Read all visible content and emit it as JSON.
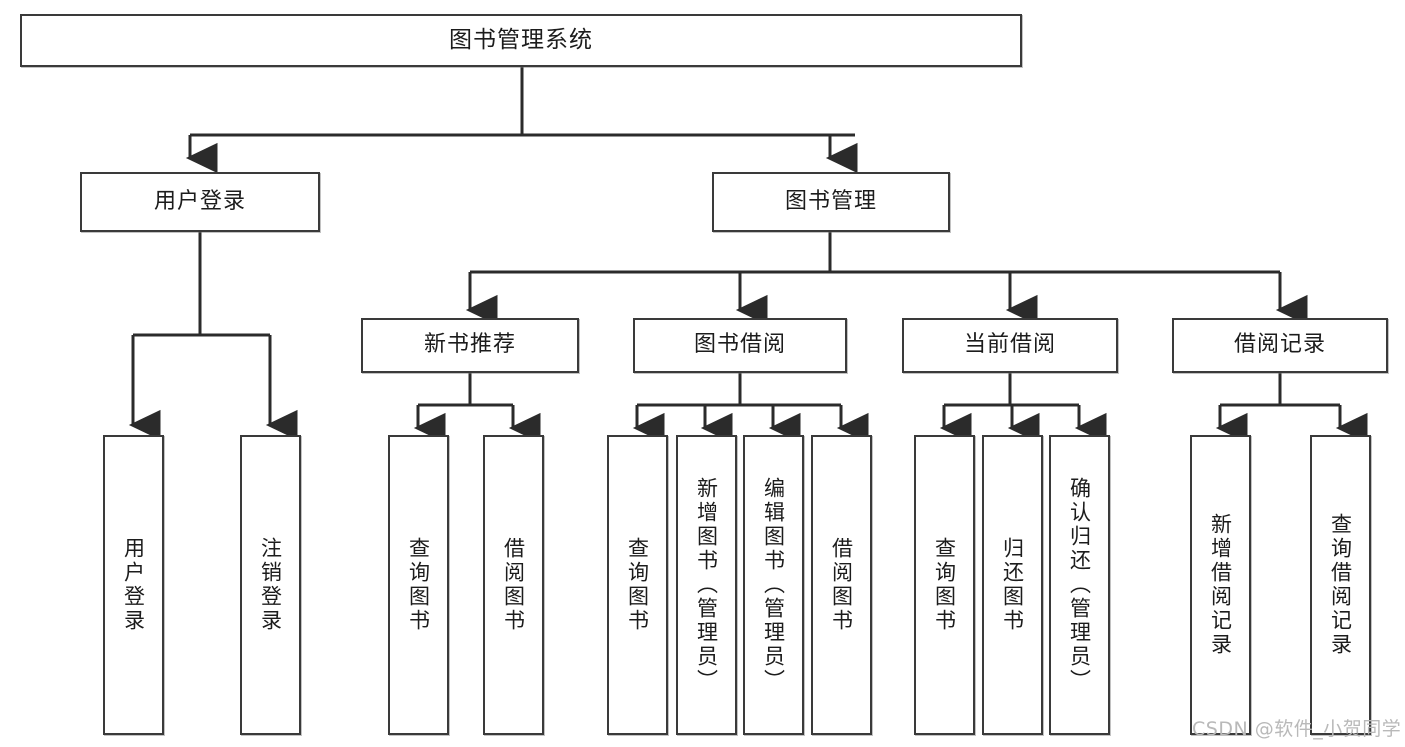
{
  "diagram": {
    "title": "图书管理系统",
    "type": "tree",
    "watermark": "CSDN @软件_小贺同学",
    "colors": {
      "box_border": "#3a3a3a",
      "box_fill": "#ffffff",
      "line": "#2b2b2b",
      "text": "#1c1c1c",
      "watermark": "#b9b9b9"
    },
    "nodes": {
      "root": {
        "label": "图书管理系统"
      },
      "level2": [
        {
          "label": "用户登录"
        },
        {
          "label": "图书管理"
        }
      ],
      "level3": [
        {
          "label": "新书推荐"
        },
        {
          "label": "图书借阅"
        },
        {
          "label": "当前借阅"
        },
        {
          "label": "借阅记录"
        }
      ],
      "leaves": {
        "user_login": [
          {
            "label": "用户登录"
          },
          {
            "label": "注销登录"
          }
        ],
        "new_book_recommend": [
          {
            "label": "查询图书"
          },
          {
            "label": "借阅图书"
          }
        ],
        "book_borrow": [
          {
            "label": "查询图书"
          },
          {
            "label": "新增图书（管理员）"
          },
          {
            "label": "编辑图书（管理员）"
          },
          {
            "label": "借阅图书"
          }
        ],
        "current_borrow": [
          {
            "label": "查询图书"
          },
          {
            "label": "归还图书"
          },
          {
            "label": "确认归还（管理员）"
          }
        ],
        "borrow_record": [
          {
            "label": "新增借阅记录"
          },
          {
            "label": "查询借阅记录"
          }
        ]
      }
    }
  }
}
